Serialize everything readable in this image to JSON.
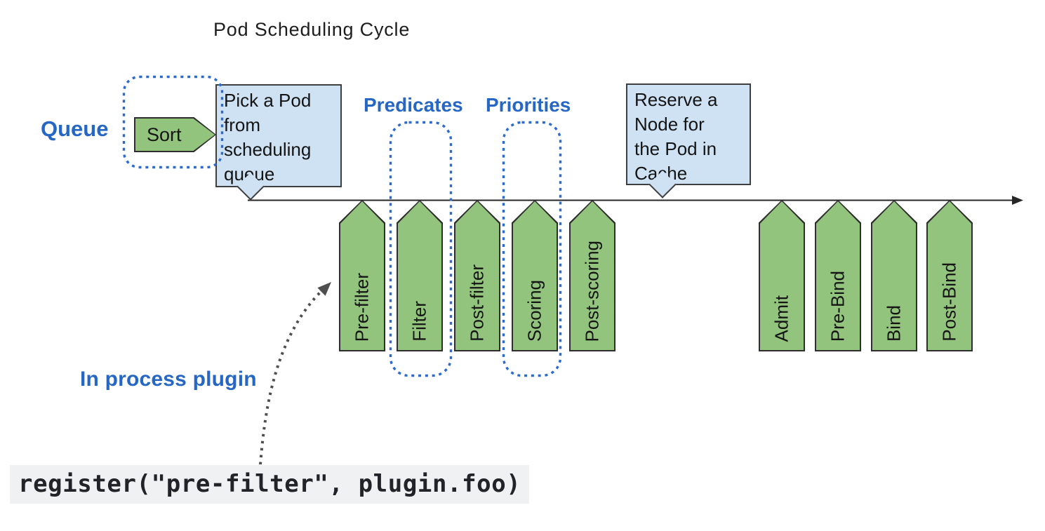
{
  "diagram_title": "Pod Scheduling Cycle",
  "annotations": {
    "queue": "Queue",
    "predicates": "Predicates",
    "priorities": "Priorities",
    "in_process_plugin": "In process plugin"
  },
  "queue_stage": {
    "label": "Sort"
  },
  "callouts": {
    "pick_pod": {
      "lines": [
        "Pick a Pod",
        "from",
        "scheduling",
        "queue"
      ]
    },
    "reserve_node": {
      "lines": [
        "Reserve a",
        "Node for",
        "the Pod in",
        "Cache"
      ]
    }
  },
  "scheduling_stages": [
    {
      "label": "Pre-filter"
    },
    {
      "label": "Filter"
    },
    {
      "label": "Post-filter"
    },
    {
      "label": "Scoring"
    },
    {
      "label": "Post-scoring"
    }
  ],
  "binding_stages": [
    {
      "label": "Admit"
    },
    {
      "label": "Pre-Bind"
    },
    {
      "label": "Bind"
    },
    {
      "label": "Post-Bind"
    }
  ],
  "code_snippet": "register(\"pre-filter\", plugin.foo)",
  "colors": {
    "accent_blue": "#2667C6",
    "dotted_blue": "#2B6BD0",
    "stage_green": "#93C47D",
    "stage_border": "#2e2e2e",
    "callout_blue": "#CFE2F3",
    "code_background": "#EFF1F2",
    "timeline_black": "#262626",
    "arrow_gray": "#4e4e4e"
  }
}
